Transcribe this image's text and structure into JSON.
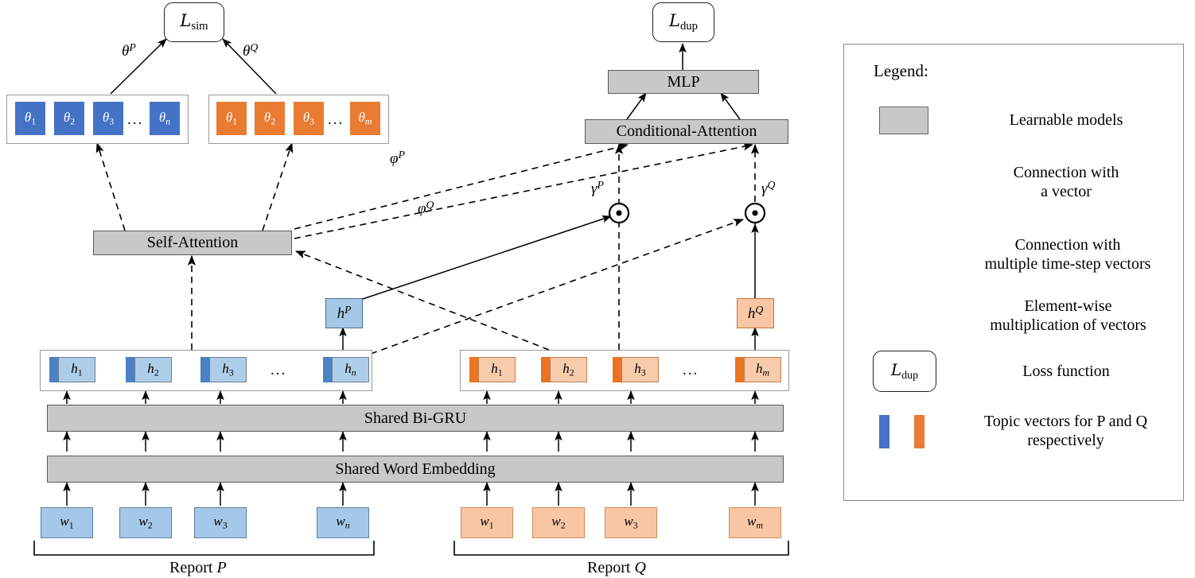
{
  "diagram": {
    "title": "Neural duplicate-report detection architecture",
    "losses": {
      "sim": {
        "symbol": "L",
        "subscript": "sim",
        "full": "L_sim"
      },
      "dup": {
        "symbol": "L",
        "subscript": "dup",
        "full": "L_dup"
      }
    },
    "models": {
      "self_attention": "Self-Attention",
      "conditional_attention": "Conditional-Attention",
      "mlp": "MLP",
      "shared_bigru": "Shared Bi-GRU",
      "shared_word_embedding": "Shared Word Embedding"
    },
    "edge_labels": {
      "theta_P": "θ",
      "theta_P_sup": "P",
      "theta_Q": "θ",
      "theta_Q_sup": "Q",
      "phi_P": "φ",
      "phi_P_sup": "P",
      "phi_Q": "φ",
      "phi_Q_sup": "Q",
      "gamma_P": "γ",
      "gamma_P_sup": "P",
      "gamma_Q": "γ",
      "gamma_Q_sup": "Q"
    },
    "topic_vectors_P": {
      "symbol": "θ",
      "indices": [
        "1",
        "2",
        "3",
        "n"
      ],
      "ellipsis": "..."
    },
    "topic_vectors_Q": {
      "symbol": "θ",
      "indices": [
        "1",
        "2",
        "3",
        "m"
      ],
      "ellipsis": "..."
    },
    "hidden_states_P": {
      "symbol": "h",
      "indices": [
        "1",
        "2",
        "3",
        "n"
      ],
      "ellipsis": "..."
    },
    "hidden_states_Q": {
      "symbol": "h",
      "indices": [
        "1",
        "2",
        "3",
        "m"
      ],
      "ellipsis": "..."
    },
    "words_P": {
      "symbol": "w",
      "indices": [
        "1",
        "2",
        "3",
        "n"
      ]
    },
    "words_Q": {
      "symbol": "w",
      "indices": [
        "1",
        "2",
        "3",
        "m"
      ]
    },
    "pooled_P": {
      "symbol": "h",
      "superscript": "P"
    },
    "pooled_Q": {
      "symbol": "h",
      "superscript": "Q"
    },
    "captions": {
      "report_p": "Report",
      "report_p_sym": "P",
      "report_q": "Report",
      "report_q_sym": "Q"
    }
  },
  "legend": {
    "title": "Legend:",
    "items": [
      {
        "icon": "gray-rectangle",
        "label": "Learnable models"
      },
      {
        "icon": "solid-arrow",
        "label_line1": "Connection with",
        "label_line2": "a vector"
      },
      {
        "icon": "dashed-arrow",
        "label_line1": "Connection with",
        "label_line2": "multiple time-step vectors"
      },
      {
        "icon": "circled-dot",
        "label_line1": "Element-wise",
        "label_line2": "multiplication of vectors"
      },
      {
        "icon": "rounded-loss-box",
        "label": "Loss function",
        "box_symbol": "L",
        "box_subscript": "dup"
      },
      {
        "icon": "blue-orange-bars",
        "label_line1": "Topic vectors for P and Q",
        "label_line2": "respectively"
      }
    ]
  },
  "colors": {
    "blue_topic": "#4472c4",
    "orange_topic": "#e97b32",
    "blue_light": "#a6c8e8",
    "orange_light": "#f8c6a4",
    "blue_bar": "#4a82c4",
    "orange_bar": "#ea7422",
    "gray_model": "#c8c8c8",
    "stroke": "#000000"
  }
}
